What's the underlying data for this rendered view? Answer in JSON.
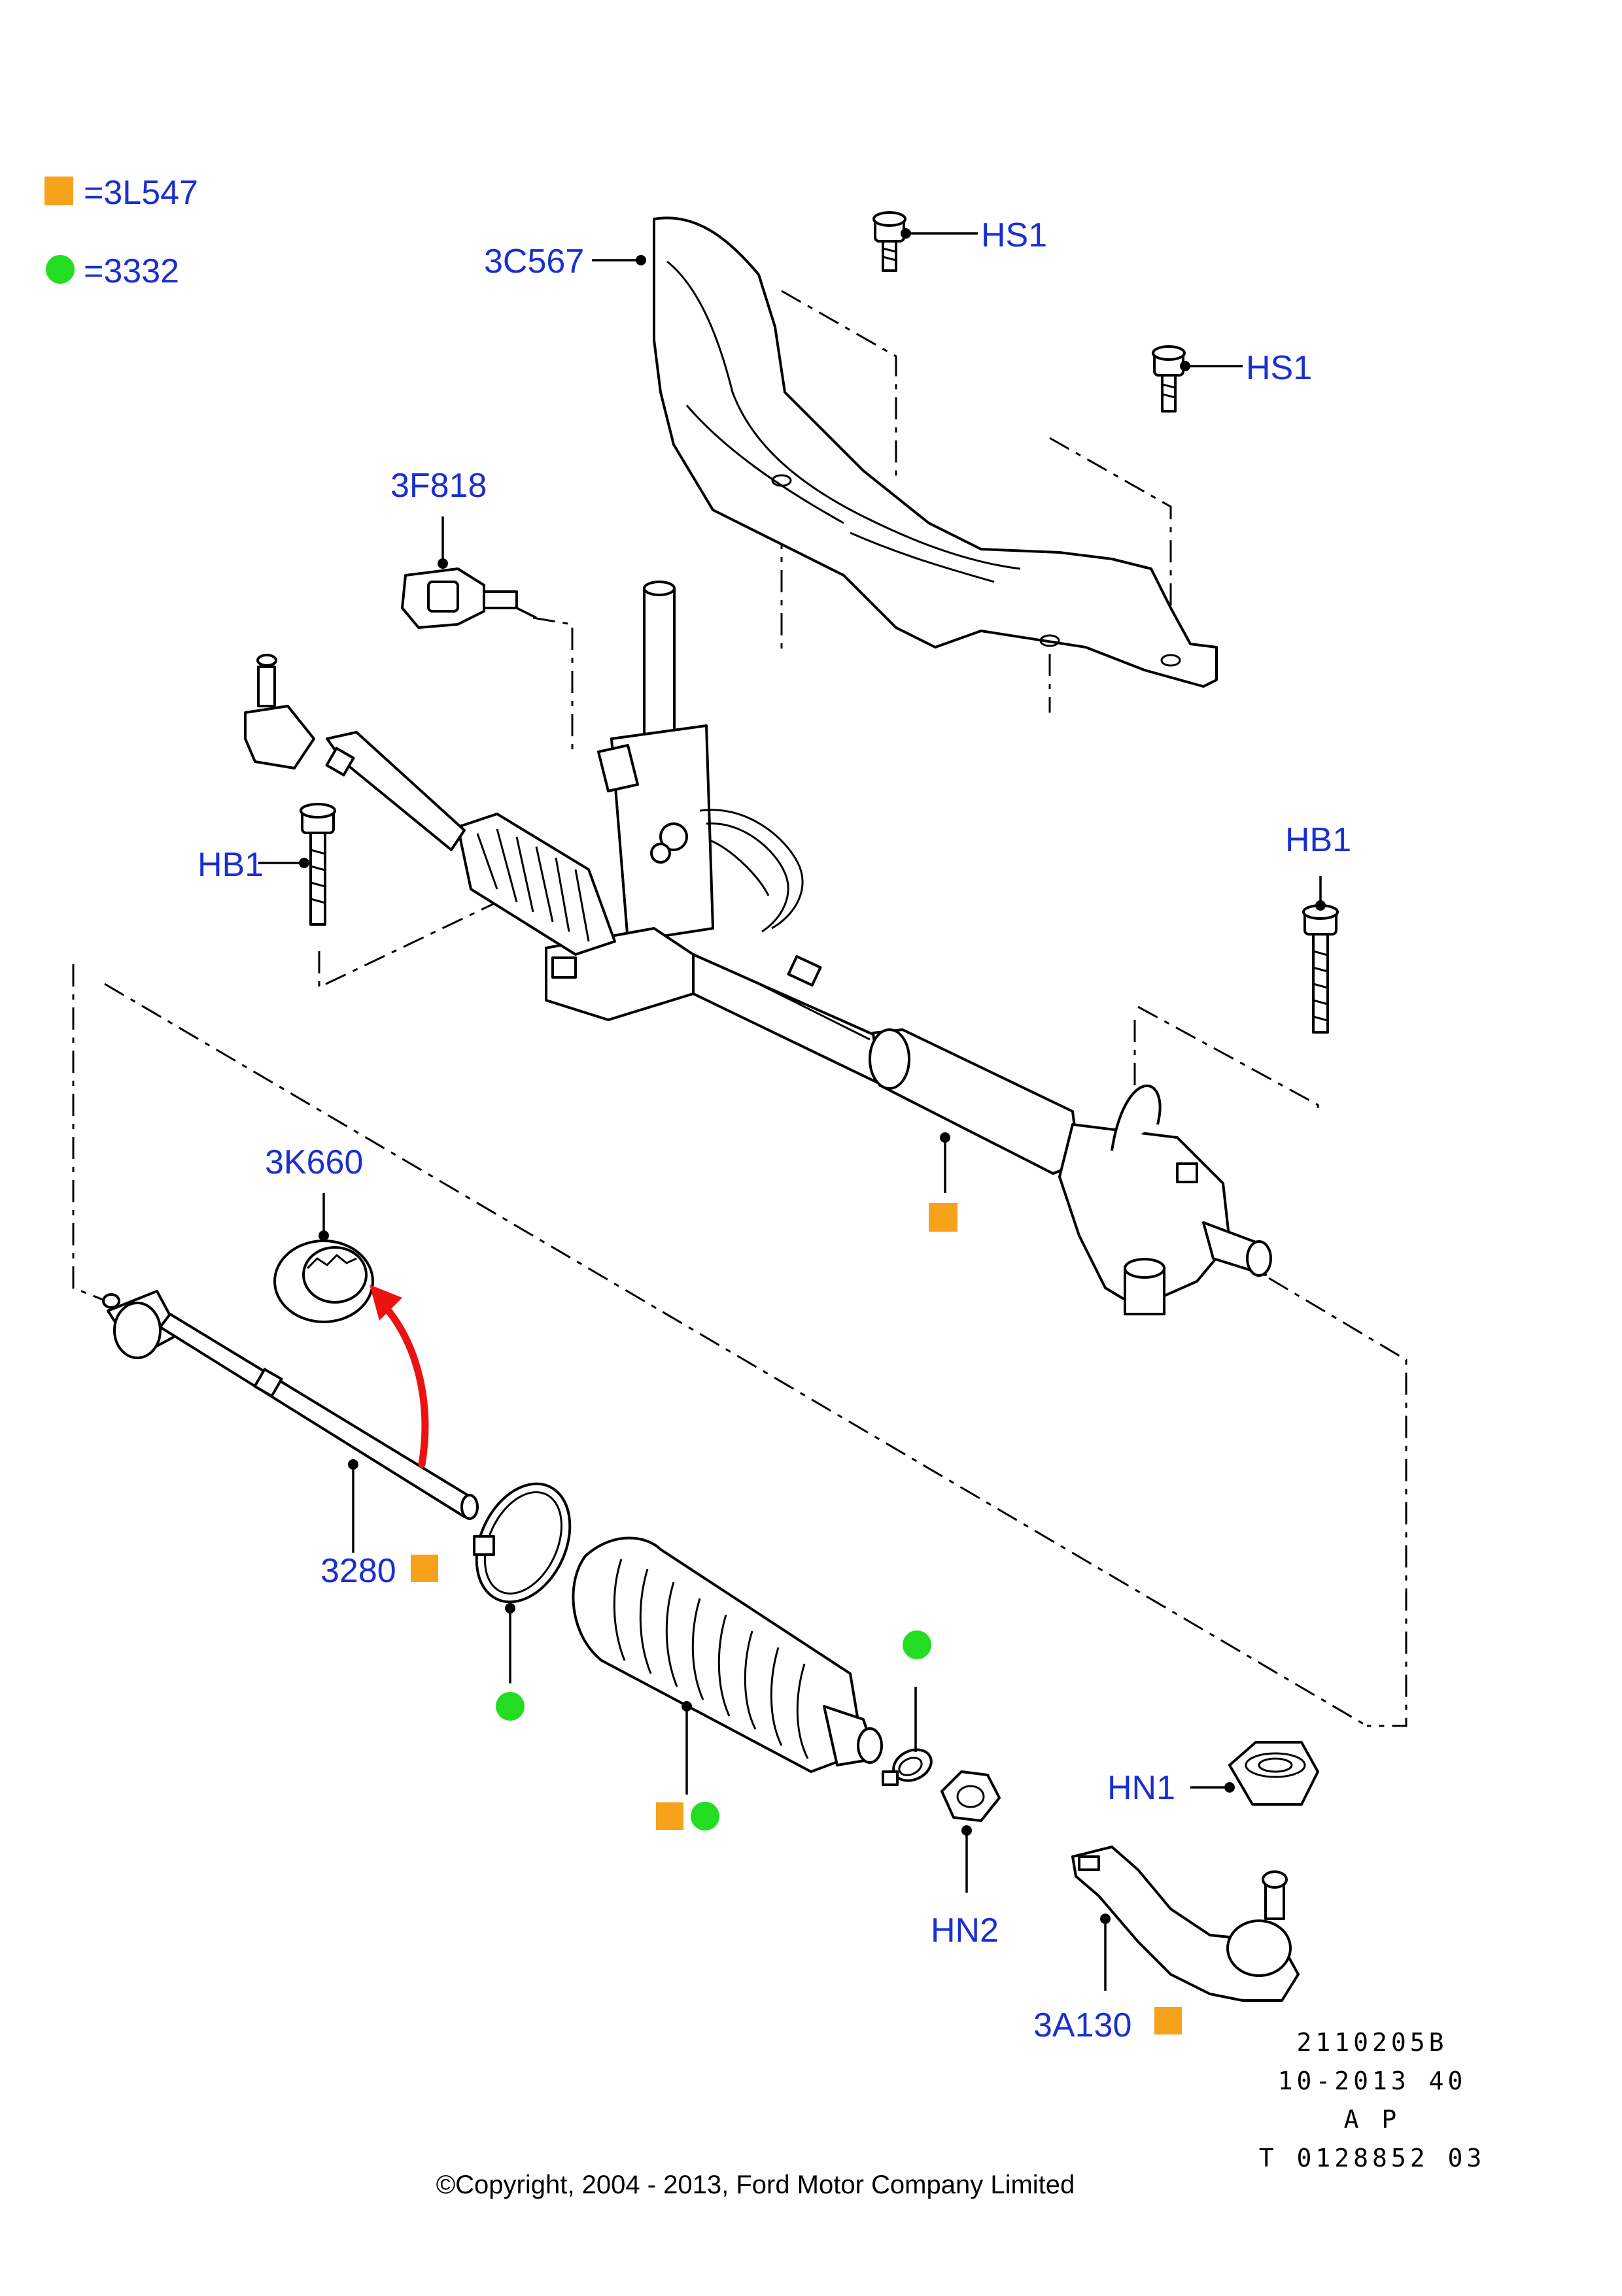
{
  "legend": {
    "square_code": "=3L547",
    "circle_code": "=3332",
    "square_color": "#f7a21b",
    "circle_color": "#22dd22"
  },
  "callouts": {
    "c3C567": "3C567",
    "hs1_top": "HS1",
    "hs1_right": "HS1",
    "c3F818": "3F818",
    "hb1_left": "HB1",
    "hb1_right": "HB1",
    "c3K660": "3K660",
    "c3280": "3280",
    "hn1": "HN1",
    "hn2": "HN2",
    "c3A130": "3A130"
  },
  "reference": {
    "line1": "2110205B",
    "line2": "10-2013 40",
    "line3": "A P",
    "line4": "T 0128852 03"
  },
  "copyright": "©Copyright, 2004 - 2013, Ford Motor Company Limited",
  "arrow_color": "#ee1111",
  "line_color": "#000000",
  "label_color": "#1a2fd0"
}
